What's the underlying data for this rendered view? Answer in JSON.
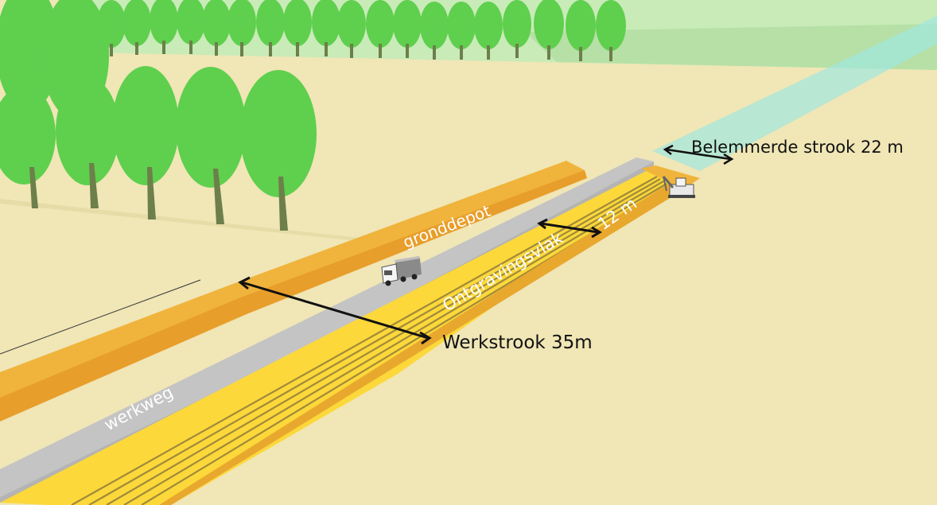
{
  "labels": {
    "belemmerde_strook": "Belemmerde strook 22 m",
    "gronddepot": "gronddepot",
    "width_12m": "12 m",
    "ontgravingsvlak": "Ontgravingsvlak",
    "werkstrook": "Werkstrook 35m",
    "werkweg": "werkweg"
  },
  "colors": {
    "ground": "#f0e6b6",
    "meadow": "#c8ebb8",
    "depot_top": "#f0b43c",
    "depot_side": "#e89e2a",
    "road": "#c4c4c4",
    "strip": "#fcd83a",
    "trench": "#a08a3a",
    "tree": "#5fcf4e",
    "trunk": "#6d7f4a",
    "corridor": "#9fe7e0",
    "arrow": "#111111"
  }
}
